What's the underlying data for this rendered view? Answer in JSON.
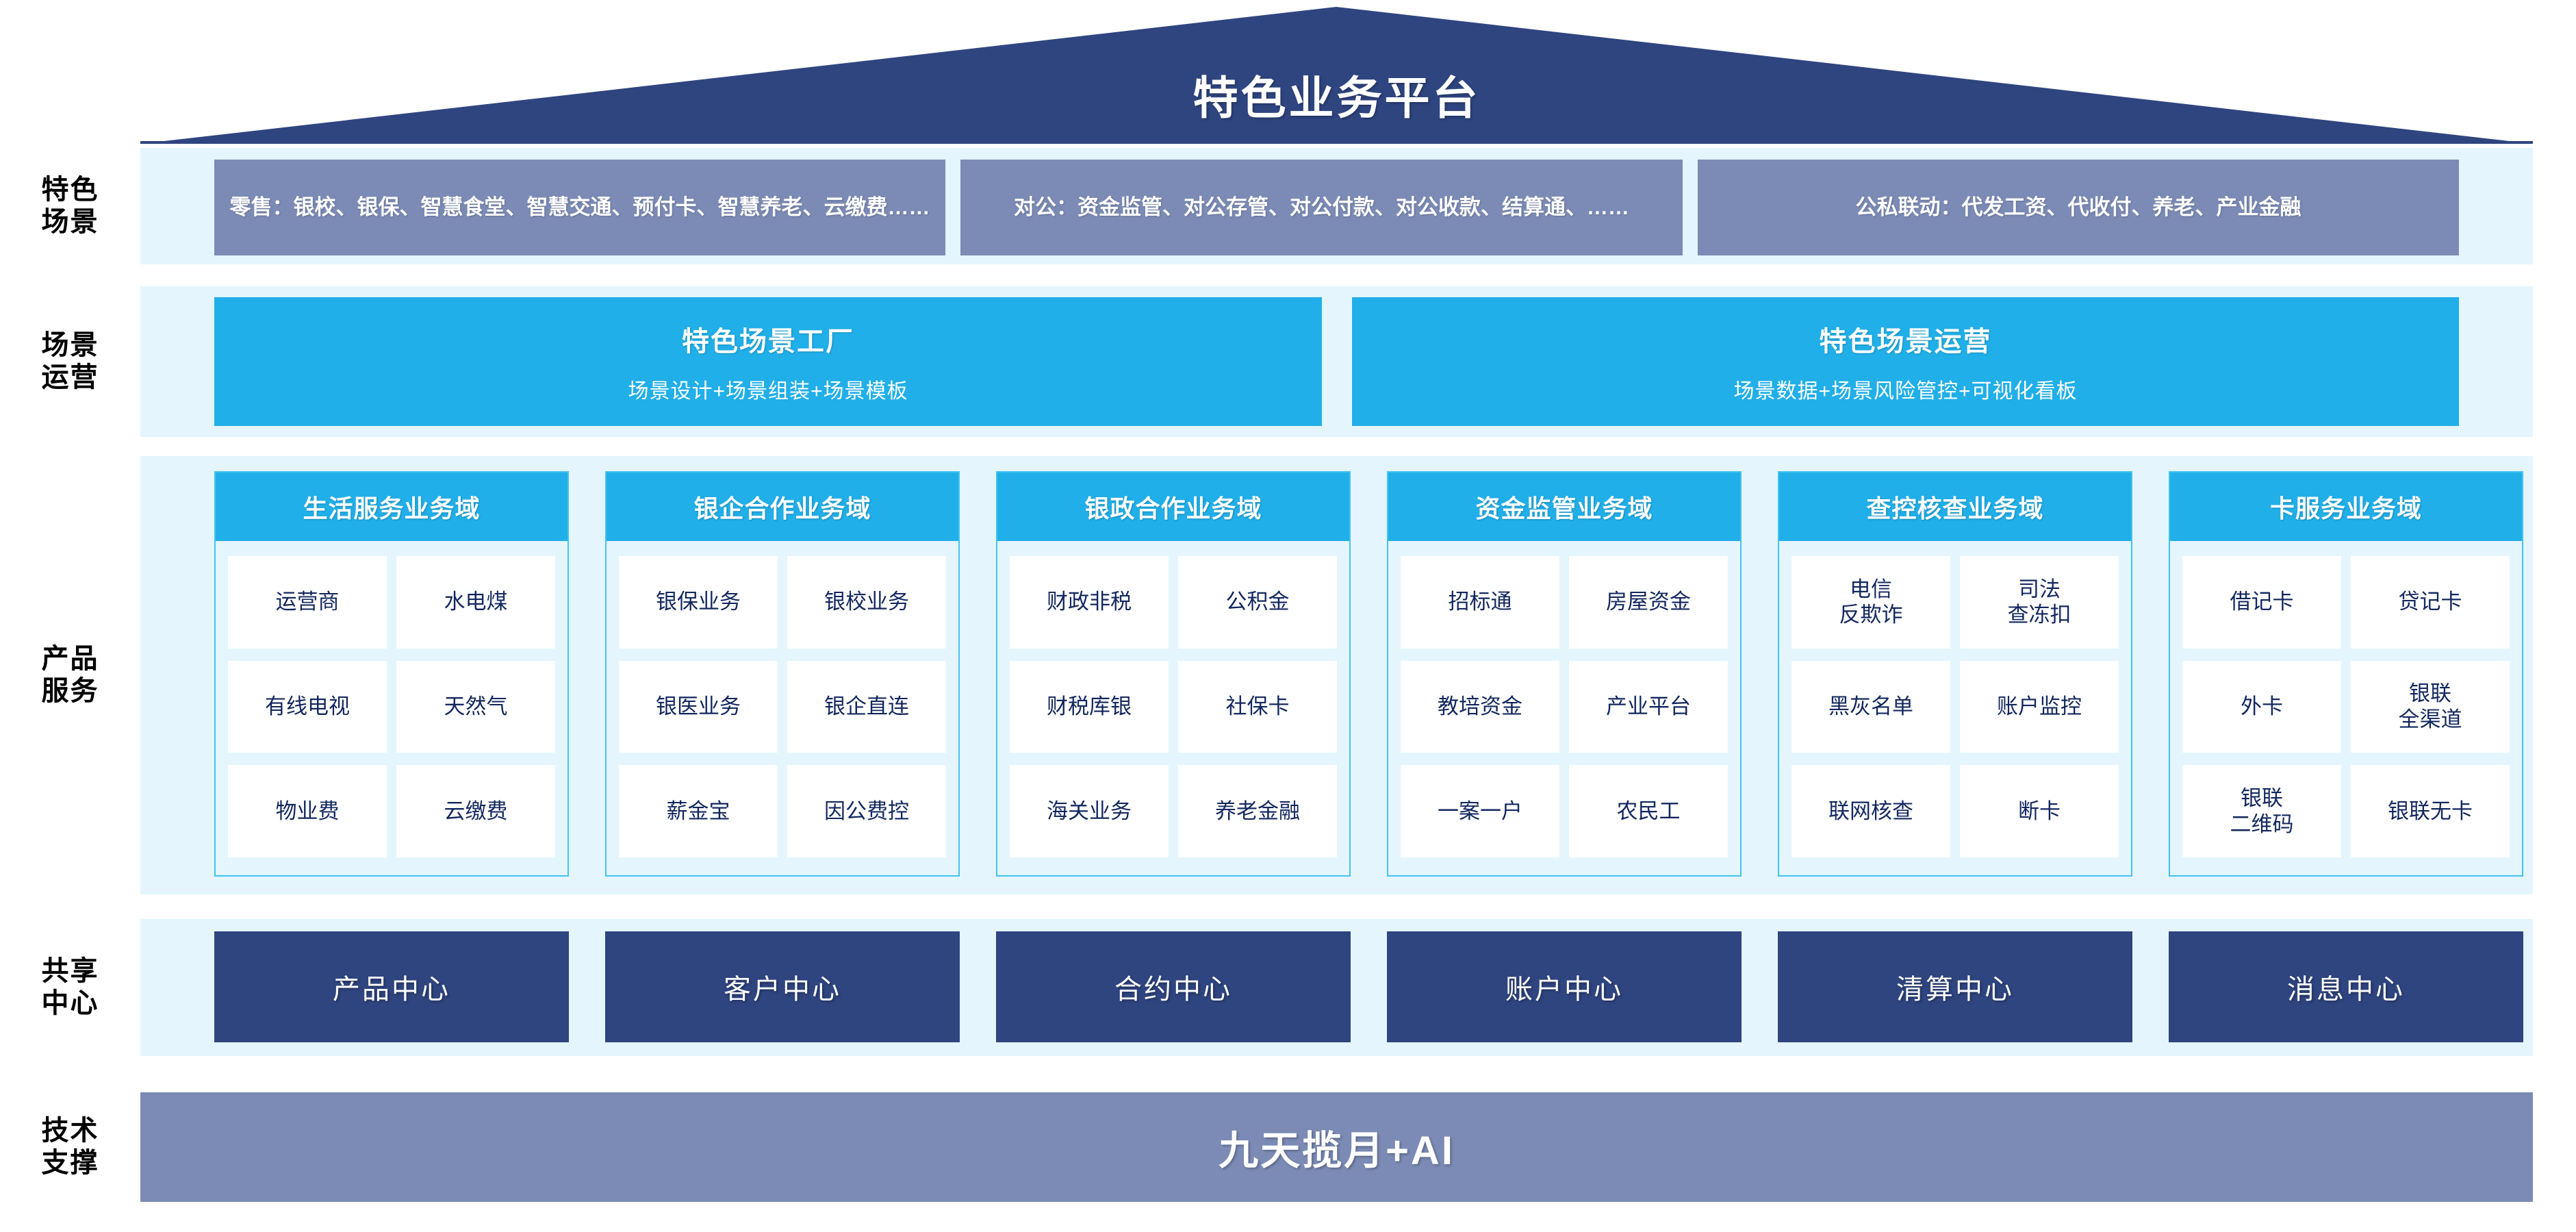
{
  "colors": {
    "roof": "#2f4580",
    "band": "#e4f5fd",
    "scenario_box": "#7b8bb5",
    "cyan": "#20afe8",
    "domain_border": "#43c3f0",
    "center_box": "#2f4580",
    "tech_bar": "#7b8bb5",
    "cell_text": "#12275e"
  },
  "header": {
    "title": "特色业务平台"
  },
  "row_labels": [
    {
      "name": "scenario",
      "lines": [
        "特色",
        "场景"
      ]
    },
    {
      "name": "operation",
      "lines": [
        "场景",
        "运营"
      ]
    },
    {
      "name": "product-service",
      "lines": [
        "产品",
        "服务"
      ]
    },
    {
      "name": "shared-center",
      "lines": [
        "共享",
        "中心"
      ]
    },
    {
      "name": "tech-support",
      "lines": [
        "技术",
        "支撑"
      ]
    }
  ],
  "scenarios": [
    {
      "text": "零售：银校、银保、智慧食堂、智慧交通、预付卡、智慧养老、云缴费……"
    },
    {
      "text": "对公：资金监管、对公存管、对公付款、对公收款、结算通、……"
    },
    {
      "text": "公私联动：代发工资、代收付、养老、产业金融"
    }
  ],
  "operations": [
    {
      "title": "特色场景工厂",
      "subtitle": "场景设计+场景组装+场景模板"
    },
    {
      "title": "特色场景运营",
      "subtitle": "场景数据+场景风险管控+可视化看板"
    }
  ],
  "domains": [
    {
      "title": "生活服务业务域",
      "items": [
        "运营商",
        "水电煤",
        "有线电视",
        "天然气",
        "物业费",
        "云缴费"
      ]
    },
    {
      "title": "银企合作业务域",
      "items": [
        "银保业务",
        "银校业务",
        "银医业务",
        "银企直连",
        "薪金宝",
        "因公费控"
      ]
    },
    {
      "title": "银政合作业务域",
      "items": [
        "财政非税",
        "公积金",
        "财税库银",
        "社保卡",
        "海关业务",
        "养老金融"
      ]
    },
    {
      "title": "资金监管业务域",
      "items": [
        "招标通",
        "房屋资金",
        "教培资金",
        "产业平台",
        "一案一户",
        "农民工"
      ]
    },
    {
      "title": "查控核查业务域",
      "items": [
        "电信\n反欺诈",
        "司法\n查冻扣",
        "黑灰名单",
        "账户监控",
        "联网核查",
        "断卡"
      ]
    },
    {
      "title": "卡服务业务域",
      "items": [
        "借记卡",
        "贷记卡",
        "外卡",
        "银联\n全渠道",
        "银联\n二维码",
        "银联无卡"
      ]
    }
  ],
  "shared_centers": [
    {
      "label": "产品中心"
    },
    {
      "label": "客户中心"
    },
    {
      "label": "合约中心"
    },
    {
      "label": "账户中心"
    },
    {
      "label": "清算中心"
    },
    {
      "label": "消息中心"
    }
  ],
  "tech_support": {
    "label": "九天揽月+AI"
  }
}
